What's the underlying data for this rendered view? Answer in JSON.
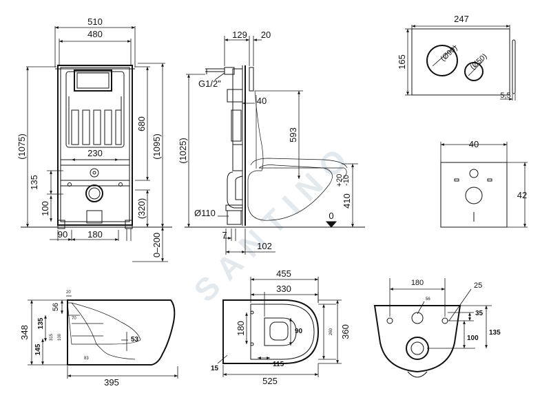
{
  "watermark": "SANTINO",
  "frame_front": {
    "width_outer": "510",
    "width_inner": "480",
    "height_total": "(1075)",
    "height_right": "(1095)",
    "height_680": "680",
    "width_230": "230",
    "dim_135": "135",
    "dim_100": "100",
    "dim_320": "(320)",
    "dim_90": "90",
    "dim_180": "180",
    "adjust": "0–200"
  },
  "frame_side": {
    "depth_129": "129",
    "depth_20": "20",
    "pipe": "G1/2\"",
    "dim_40": "40",
    "height_1025": "(1025)",
    "dim_593": "593",
    "dim_410": "410",
    "tol_plus": "+20",
    "tol_minus": "-10",
    "zero": "0",
    "diam_110": "Ø110",
    "dim_7": "7",
    "dim_102": "102"
  },
  "flush_plate": {
    "width": "247",
    "height": "165",
    "big_button": "(Ø90)",
    "small_button": "(Ø50)",
    "thickness": "5,5"
  },
  "seal_plate": {
    "width": "40",
    "height": "42"
  },
  "bowl_side": {
    "height_348": "348",
    "dim_56": "56",
    "dim_135": "135",
    "dim_145": "145",
    "dim_315": "315",
    "dim_100": "100",
    "dim_70": "70",
    "dim_20": "20",
    "dim_53": "53",
    "dim_83": "83",
    "length_395": "395"
  },
  "bowl_top": {
    "width_455": "455",
    "width_330": "330",
    "dim_180": "180",
    "dim_90": "90",
    "dim_260": "260",
    "dim_360": "360",
    "dim_15": "15",
    "dim_115": "115",
    "length_525": "525"
  },
  "bowl_back": {
    "width_180": "180",
    "dim_25": "25",
    "dim_56": "56",
    "dim_35": "35",
    "dim_100": "100",
    "dim_135": "135"
  }
}
